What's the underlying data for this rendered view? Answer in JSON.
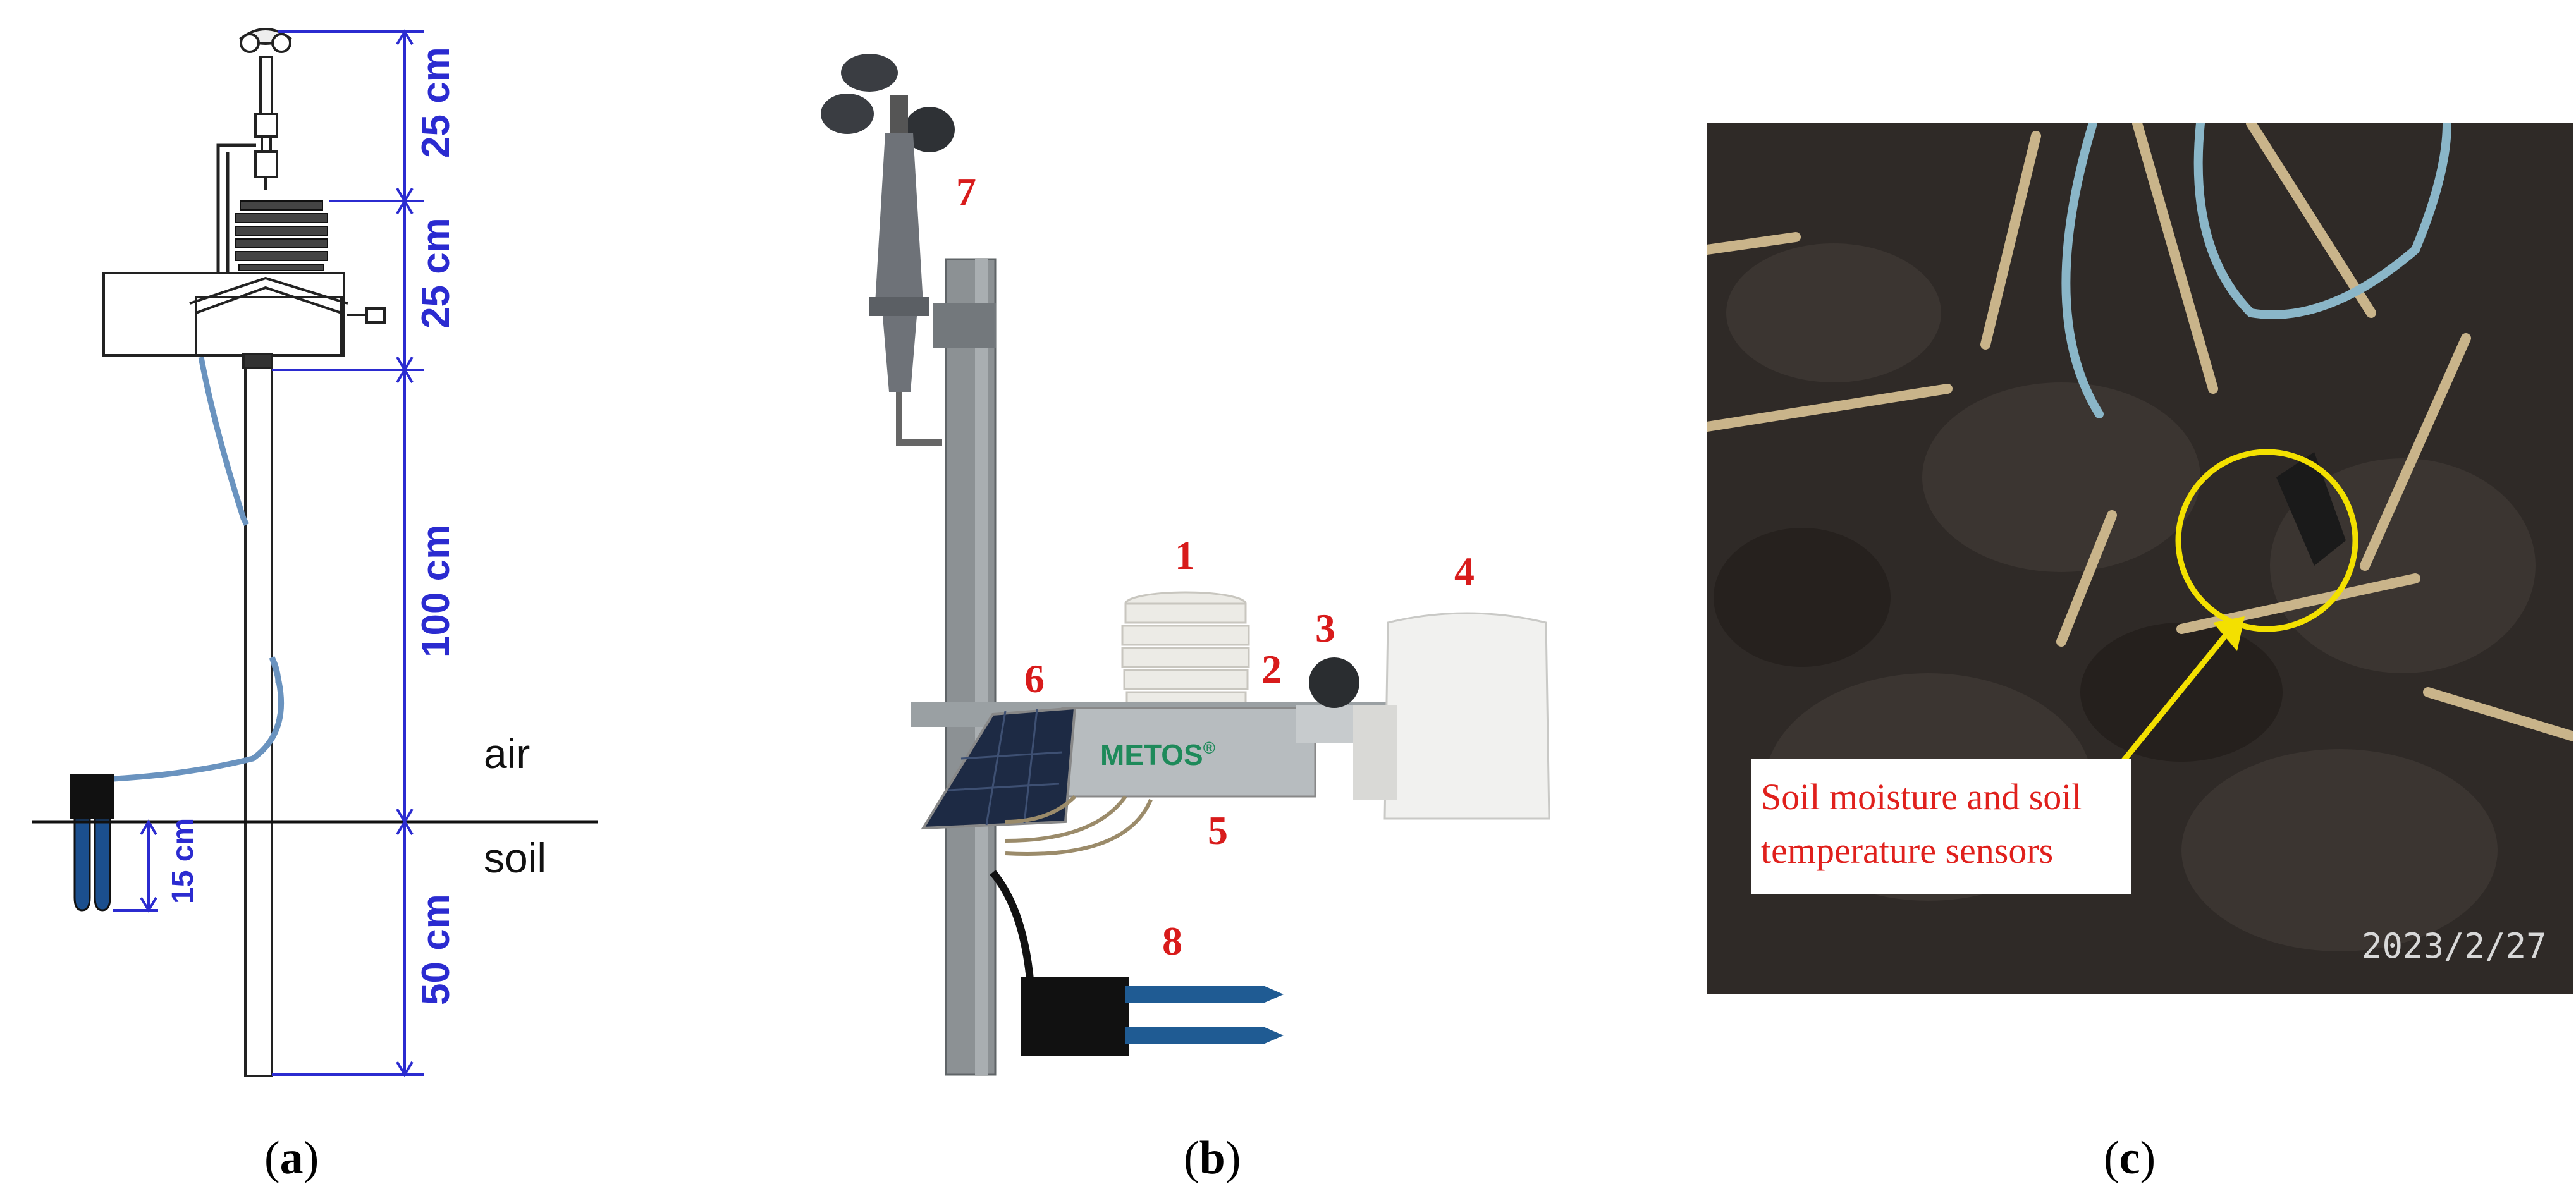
{
  "panels": {
    "a": {
      "caption_open": "(",
      "caption_letter": "a",
      "caption_close": ")",
      "dimensions": {
        "top": "25 cm",
        "second": "25 cm",
        "pole": "100 cm",
        "below_ground": "50 cm",
        "probe": "15 cm"
      },
      "zone_air": "air",
      "zone_soil": "soil"
    },
    "b": {
      "caption_open": "(",
      "caption_letter": "b",
      "caption_close": ")",
      "brand": "METOS",
      "brand_mark": "®",
      "component_numbers": [
        "1",
        "2",
        "3",
        "4",
        "5",
        "6",
        "7",
        "8"
      ]
    },
    "c": {
      "caption_open": "(",
      "caption_letter": "c",
      "caption_close": ")",
      "annotation_line1": "Soil moisture and soil",
      "annotation_line2": "temperature sensors",
      "timestamp": "2023/2/27",
      "highlight_color": "#f3e000",
      "annotation_color": "#e0201c"
    }
  },
  "colors": {
    "dimension_lines": "#2b2bd0",
    "cable": "#6a93bf",
    "number_labels": "#d81b1b"
  }
}
